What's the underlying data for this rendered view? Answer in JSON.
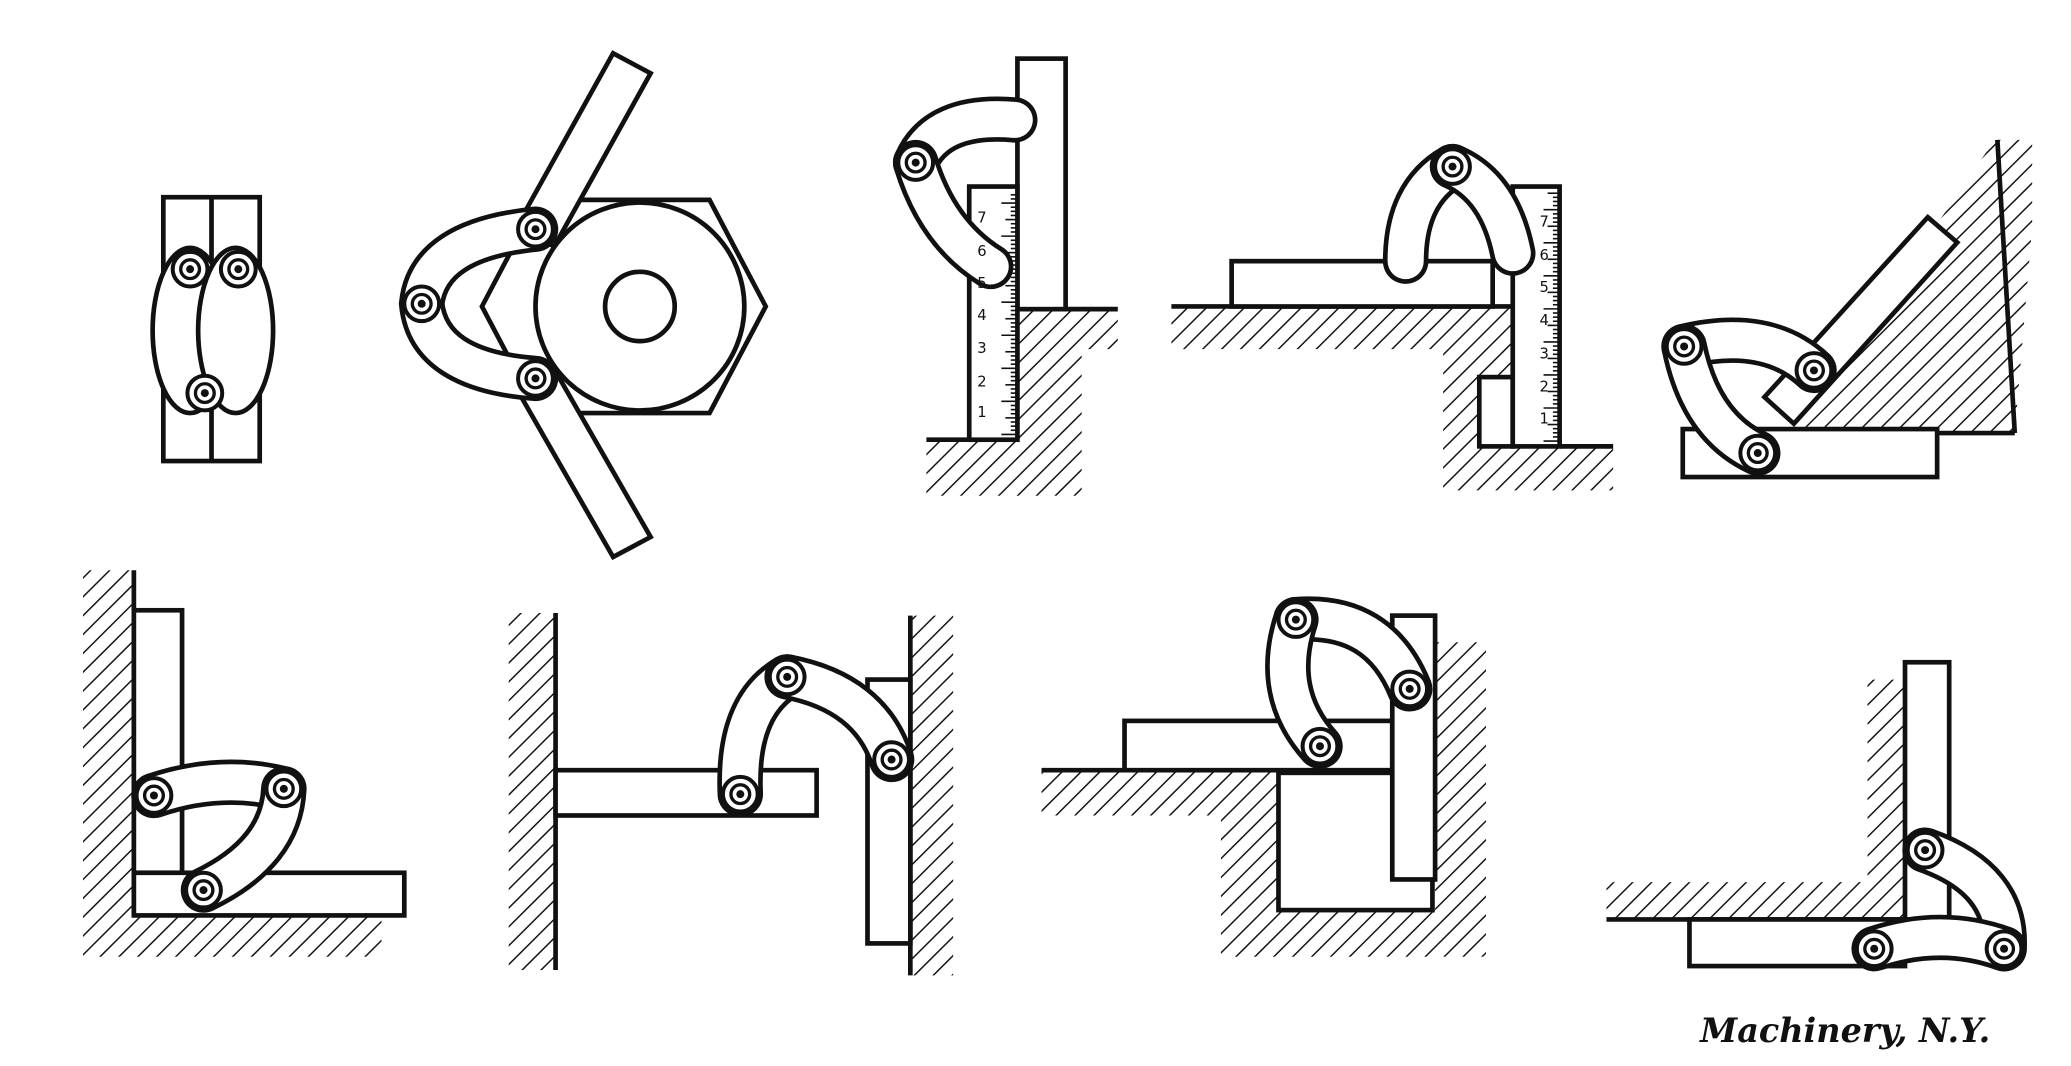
{
  "caption": "Machinery, N.Y.",
  "ruler_a": {
    "labels": [
      "1",
      "2",
      "3",
      "4",
      "5",
      "6",
      "7"
    ]
  },
  "ruler_b": {
    "labels": [
      "1",
      "2",
      "3",
      "4",
      "5",
      "6",
      "7"
    ]
  },
  "colors": {
    "ink": "#111111",
    "paper": "#ffffff"
  }
}
